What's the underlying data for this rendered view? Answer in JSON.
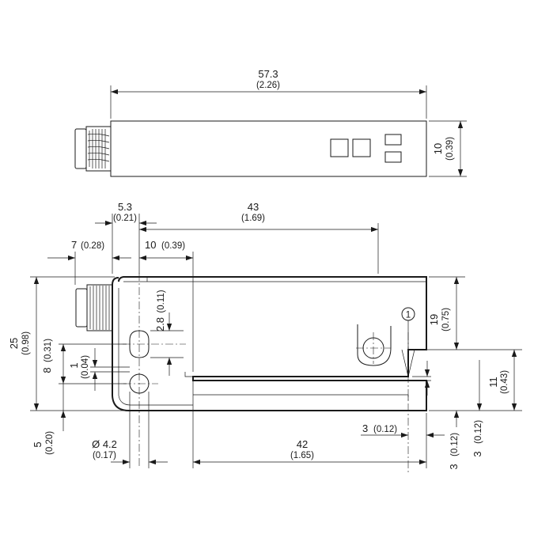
{
  "dimensions": {
    "top_length": {
      "mm": "57.3",
      "inch": "(2.26)"
    },
    "top_height": {
      "mm": "10",
      "inch": "(0.39)"
    },
    "connector_offset": {
      "mm": "5.3",
      "inch": "(0.21)"
    },
    "fork_depth": {
      "mm": "43",
      "inch": "(1.69)"
    },
    "left_7": {
      "mm": "7",
      "inch": "(0.28)"
    },
    "left_10": {
      "mm": "10",
      "inch": "(0.39)"
    },
    "total_height": {
      "mm": "25",
      "inch": "(0.98)"
    },
    "hole_pitch": {
      "mm": "8",
      "inch": "(0.31)"
    },
    "slot_1": {
      "mm": "1",
      "inch": "(0.04)"
    },
    "slot_2_8": {
      "mm": "2.8",
      "inch": "(0.11)"
    },
    "right_19": {
      "mm": "19",
      "inch": "(0.75)"
    },
    "right_11": {
      "mm": "11",
      "inch": "(0.43)"
    },
    "gap_3": {
      "mm": "3",
      "inch": "(0.12)"
    },
    "bottom_5": {
      "mm": "5",
      "inch": "(0.20)"
    },
    "hole_diameter": {
      "mm": "Ø 4.2",
      "inch": "(0.17)"
    },
    "bottom_42": {
      "mm": "42",
      "inch": "(1.65)"
    },
    "bottom_3a": {
      "mm": "3",
      "inch": "(0.12)"
    },
    "bottom_3b": {
      "mm": "3",
      "inch": "(0.12)"
    }
  },
  "callout_marker": "1"
}
